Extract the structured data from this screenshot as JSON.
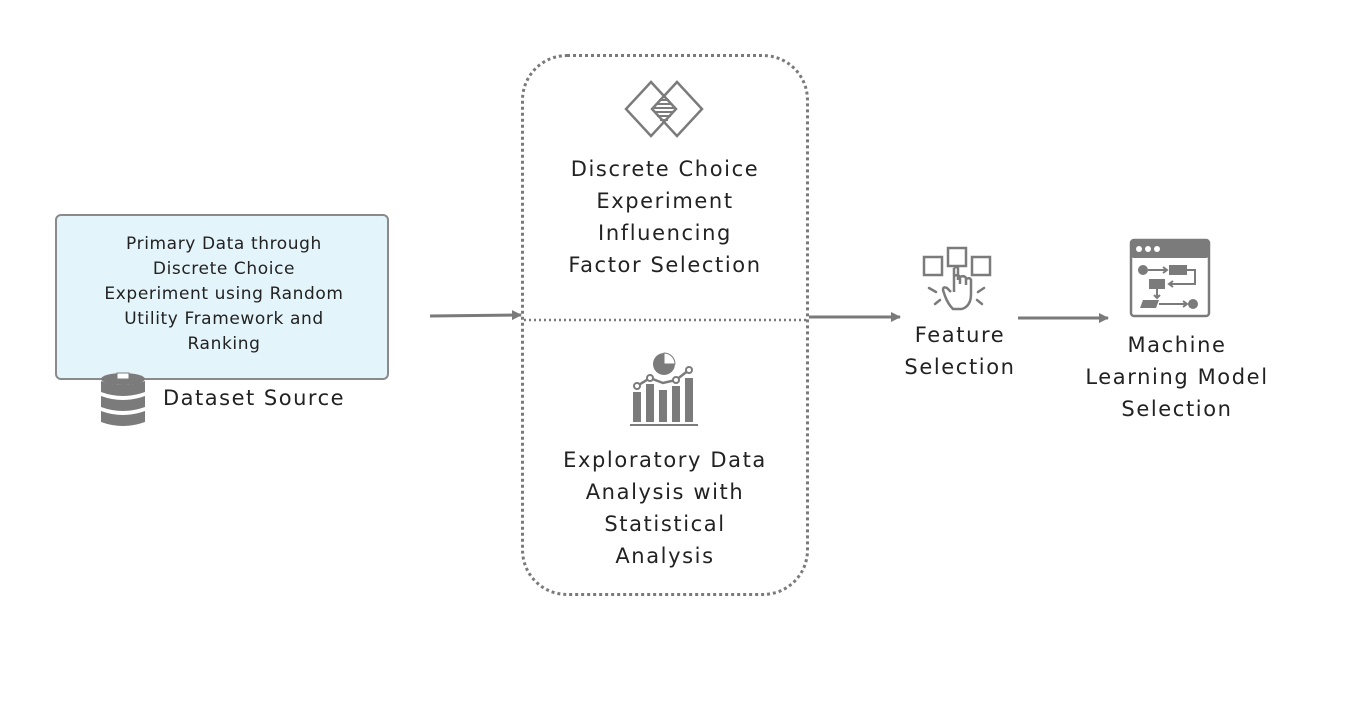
{
  "diagram": {
    "source": {
      "box_text": "Primary Data through\nDiscrete Choice\nExperiment using Random\nUtility Framework and\nRanking",
      "caption": "Dataset Source",
      "icon": "database-icon"
    },
    "dce": {
      "text": "Discrete Choice\nExperiment\nInfluencing\nFactor Selection",
      "icon": "diamond-pattern-icon"
    },
    "eda": {
      "text": "Exploratory Data\nAnalysis with\nStatistical\nAnalysis",
      "icon": "bar-chart-icon"
    },
    "feature_selection": {
      "text": "Feature\nSelection",
      "icon": "hand-select-icon"
    },
    "model_selection": {
      "text": "Machine\nLearning Model\nSelection",
      "icon": "workflow-window-icon"
    },
    "colors": {
      "box_fill": "#e4f4fb",
      "line": "#7a7a7a",
      "icon": "#7b7b7b",
      "text": "#222222"
    }
  }
}
